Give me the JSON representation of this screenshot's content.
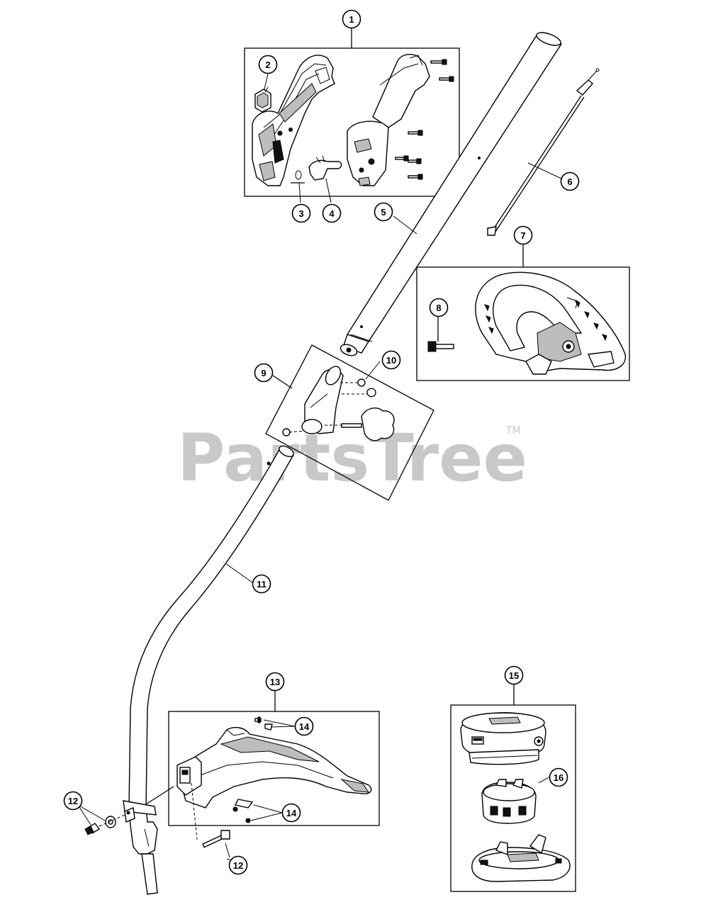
{
  "watermark": {
    "text": "PartsTree",
    "trademark": "TM"
  },
  "callouts": [
    {
      "id": "callout-1",
      "label": "1"
    },
    {
      "id": "callout-2",
      "label": "2"
    },
    {
      "id": "callout-3",
      "label": "3"
    },
    {
      "id": "callout-4",
      "label": "4"
    },
    {
      "id": "callout-5",
      "label": "5"
    },
    {
      "id": "callout-6",
      "label": "6"
    },
    {
      "id": "callout-7",
      "label": "7"
    },
    {
      "id": "callout-8",
      "label": "8"
    },
    {
      "id": "callout-9",
      "label": "9"
    },
    {
      "id": "callout-10",
      "label": "10"
    },
    {
      "id": "callout-11",
      "label": "11"
    },
    {
      "id": "callout-12a",
      "label": "12"
    },
    {
      "id": "callout-12b",
      "label": "12"
    },
    {
      "id": "callout-13",
      "label": "13"
    },
    {
      "id": "callout-14a",
      "label": "14"
    },
    {
      "id": "callout-14b",
      "label": "14"
    },
    {
      "id": "callout-15",
      "label": "15"
    },
    {
      "id": "callout-16",
      "label": "16"
    }
  ]
}
